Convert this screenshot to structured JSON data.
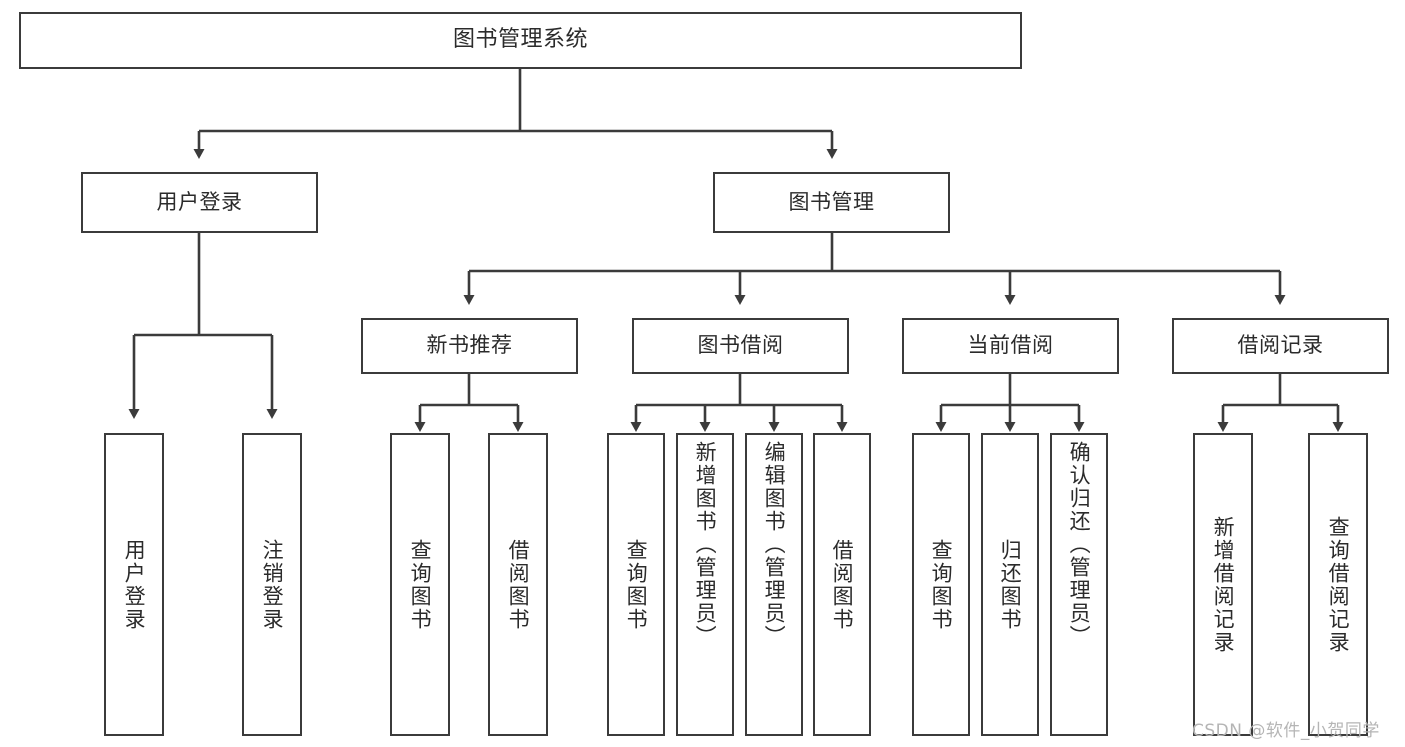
{
  "diagram": {
    "type": "tree-hierarchy",
    "title": "图书管理系统",
    "orientation": "top-down",
    "root": {
      "id": "root",
      "label": "图书管理系统"
    },
    "level1": [
      {
        "id": "user-login",
        "label": "用户登录"
      },
      {
        "id": "book-manage",
        "label": "图书管理"
      }
    ],
    "level2": [
      {
        "id": "new-book-recommend",
        "label": "新书推荐",
        "parent": "book-manage"
      },
      {
        "id": "book-borrow",
        "label": "图书借阅",
        "parent": "book-manage"
      },
      {
        "id": "current-borrow",
        "label": "当前借阅",
        "parent": "book-manage"
      },
      {
        "id": "borrow-record",
        "label": "借阅记录",
        "parent": "book-manage"
      }
    ],
    "leaves": [
      {
        "id": "leaf-user-login",
        "label": "用户登录",
        "parent": "user-login"
      },
      {
        "id": "leaf-logout-login",
        "label": "注销登录",
        "parent": "user-login"
      },
      {
        "id": "leaf-query-book-1",
        "label": "查询图书",
        "parent": "new-book-recommend"
      },
      {
        "id": "leaf-borrow-book-1",
        "label": "借阅图书",
        "parent": "new-book-recommend"
      },
      {
        "id": "leaf-query-book-2",
        "label": "查询图书",
        "parent": "book-borrow"
      },
      {
        "id": "leaf-add-book",
        "label": "新增图书（管理员）",
        "parent": "book-borrow"
      },
      {
        "id": "leaf-edit-book",
        "label": "编辑图书（管理员）",
        "parent": "book-borrow"
      },
      {
        "id": "leaf-borrow-book-2",
        "label": "借阅图书",
        "parent": "book-borrow"
      },
      {
        "id": "leaf-query-book-3",
        "label": "查询图书",
        "parent": "current-borrow"
      },
      {
        "id": "leaf-return-book",
        "label": "归还图书",
        "parent": "current-borrow"
      },
      {
        "id": "leaf-confirm-return",
        "label": "确认归还（管理员）",
        "parent": "current-borrow"
      },
      {
        "id": "leaf-add-record",
        "label": "新增借阅记录",
        "parent": "borrow-record"
      },
      {
        "id": "leaf-query-record",
        "label": "查询借阅记录",
        "parent": "borrow-record"
      }
    ],
    "colors": {
      "stroke": "#3b3b3b",
      "fill": "#ffffff",
      "text": "#2b2b2b",
      "background": "#ffffff",
      "watermark": "#b5b5b5"
    }
  },
  "watermark": {
    "text": "CSDN @软件_小贺同学"
  }
}
